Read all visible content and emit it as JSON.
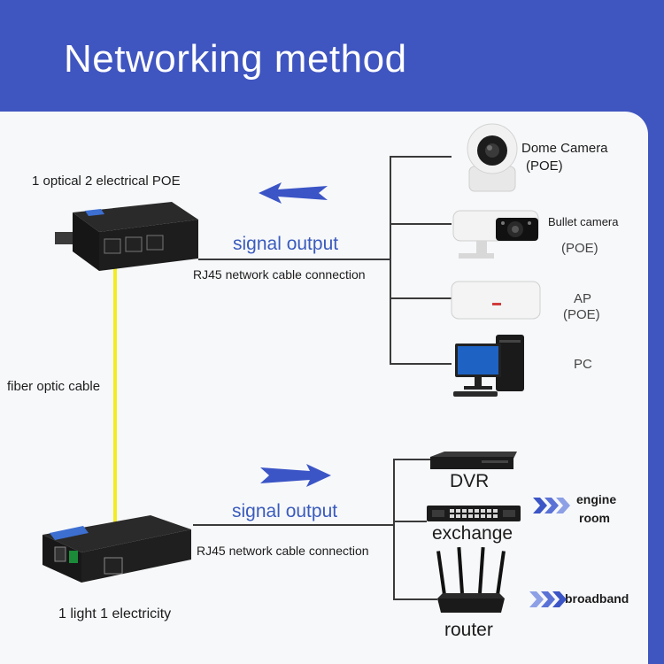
{
  "title": "Networking method",
  "top_converter_label": "1 optical 2 electrical POE",
  "bottom_converter_label": "1 light 1 electricity",
  "fiber_label": "fiber optic cable",
  "top_link": {
    "signal": "signal output",
    "cable": "RJ45 network cable connection"
  },
  "bottom_link": {
    "signal": "signal output",
    "cable": "RJ45 network cable connection"
  },
  "top_devices": [
    {
      "name": "Dome Camera",
      "sub": "(POE)",
      "icon": "dome-camera-icon"
    },
    {
      "name": "Bullet camera",
      "sub": "(POE)",
      "icon": "bullet-camera-icon"
    },
    {
      "name": "AP",
      "sub": "(POE)",
      "icon": "access-point-icon"
    },
    {
      "name": "PC",
      "icon": "pc-icon"
    }
  ],
  "bottom_devices": [
    {
      "name": "DVR",
      "icon": "dvr-icon"
    },
    {
      "name": "exchange",
      "icon": "switch-icon"
    },
    {
      "name": "router",
      "icon": "router-icon"
    }
  ],
  "destinations": [
    {
      "label_1": "engine",
      "label_2": "room"
    },
    {
      "label": "broadband"
    }
  ],
  "colors": {
    "brand_blue": "#3f55c0",
    "signal_text": "#3a5bbd",
    "fiber": "#f2ec24",
    "arrow": "#3b55c6"
  }
}
